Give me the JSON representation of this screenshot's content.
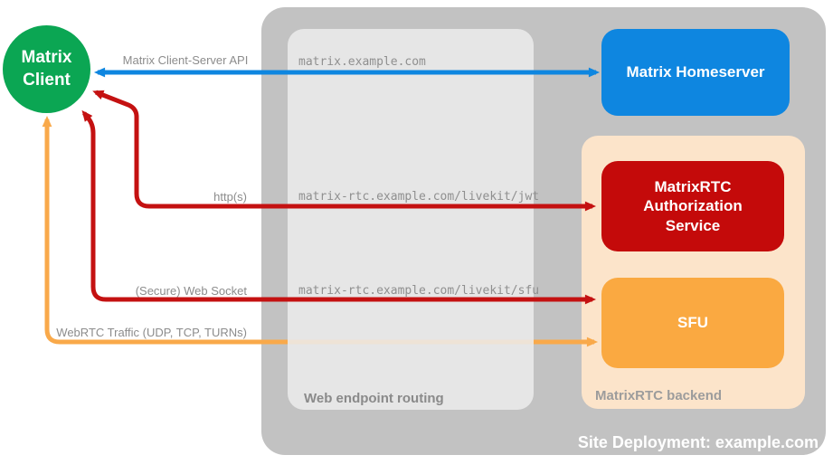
{
  "deployment": {
    "title": "Site Deployment: example.com"
  },
  "nodes": {
    "client": {
      "lines": [
        "Matrix",
        "Client"
      ]
    },
    "homeserver": {
      "label": "Matrix Homeserver"
    },
    "auth_service": {
      "lines": [
        "MatrixRTC",
        "Authorization",
        "Service"
      ]
    },
    "sfu": {
      "label": "SFU"
    }
  },
  "groups": {
    "routing": {
      "label": "Web endpoint routing",
      "endpoints": [
        "matrix.example.com",
        "matrix-rtc.example.com/livekit/jwt",
        "matrix-rtc.example.com/livekit/sfu"
      ]
    },
    "backend": {
      "label": "MatrixRTC backend"
    }
  },
  "arrows": {
    "client_server_api": {
      "label": "Matrix Client-Server API",
      "color": "#0E86E0",
      "bidirectional": true
    },
    "https": {
      "label": "http(s)",
      "color": "#C41111",
      "bidirectional": true
    },
    "websocket": {
      "label": "(Secure) Web Socket",
      "color": "#C41111",
      "bidirectional": true
    },
    "webrtc": {
      "label": "WebRTC Traffic (UDP, TCP, TURNs)",
      "color": "#F9A94A",
      "bidirectional": true
    }
  },
  "colors": {
    "green": "#0BA653",
    "blue": "#0E86E0",
    "red": "#C41111",
    "red_box": "#C40A0A",
    "orange": "#FAA941",
    "orange_arrow": "#F9A94A",
    "peach": "#FCE4CA",
    "gray_outer": "#C2C2C2",
    "gray_label": "#8C8C8C"
  }
}
